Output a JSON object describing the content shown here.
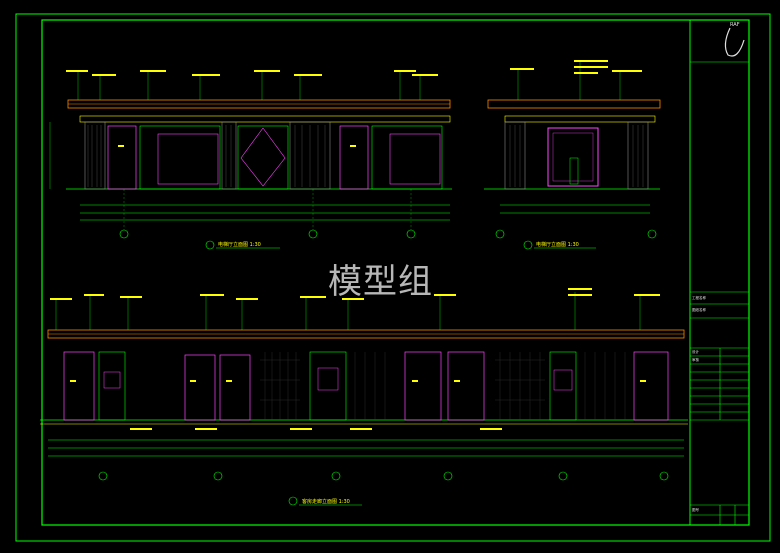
{
  "titles": {
    "elev1": "电梯厅立面图 1:30",
    "elev2": "电梯厅立面图 1:30",
    "elev3": "客房走廊立面图 1:30"
  },
  "watermark": "模型组",
  "colors": {
    "frame": "#00ff00",
    "line": "#00ff00",
    "panel": "#ff44ff",
    "text": "#ffff00",
    "wall": "#ff8800",
    "dim": "#00ff00"
  },
  "title_block": {
    "logo": "RAF",
    "rows": [
      "工程名称",
      "图纸名称",
      "设计",
      "审核",
      "图号"
    ]
  }
}
